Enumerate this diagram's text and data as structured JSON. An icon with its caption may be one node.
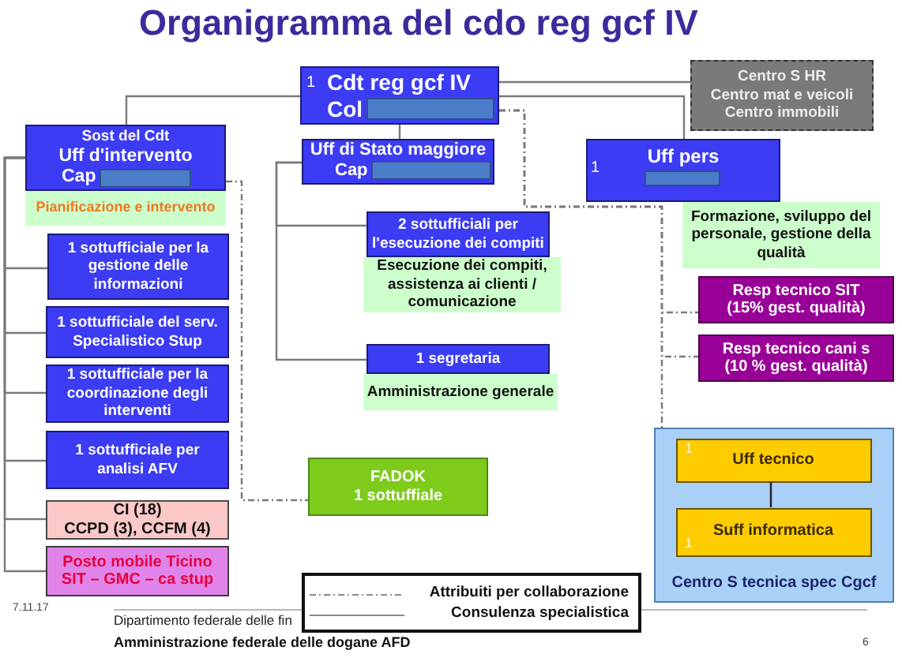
{
  "diagram": {
    "title": "Organigramma del cdo reg gcf IV",
    "nodes": [
      {
        "text": [
          "1",
          "Cdt reg gcf IV",
          "Col"
        ]
      },
      {
        "text": [
          "Centro S HR",
          "Centro mat e veicoli",
          "Centro immobili"
        ]
      },
      {
        "text": [
          "Sost del Cdt",
          "Uff d'intervento",
          "Cap"
        ]
      },
      {
        "text": [
          "Uff di Stato maggiore",
          "Cap"
        ]
      },
      {
        "text": [
          "1",
          "Uff pers"
        ]
      },
      {
        "text": [
          "Pianificazione e intervento"
        ]
      },
      {
        "text": [
          "1 sottufficiale per la gestione delle informazioni"
        ]
      },
      {
        "text": [
          "1 sottufficiale del serv. Specialistico Stup"
        ]
      },
      {
        "text": [
          "1 sottufficiale per la coordinazione degli interventi"
        ]
      },
      {
        "text": [
          "1 sottufficiale per analisi AFV"
        ]
      },
      {
        "text": [
          "CI (18)",
          "CCPD (3), CCFM (4)"
        ]
      },
      {
        "text": [
          "Posto mobile Ticino",
          "SIT – GMC – ca stup"
        ]
      },
      {
        "text": [
          "2 sottufficiali per l'esecuzione dei compiti"
        ]
      },
      {
        "text": [
          "Esecuzione dei compiti, assistenza ai clienti / comunicazione"
        ]
      },
      {
        "text": [
          "1 segretaria"
        ]
      },
      {
        "text": [
          "Amministrazione generale"
        ]
      },
      {
        "text": [
          "FADOK",
          "1 sottuffiale"
        ]
      },
      {
        "text": [
          "Formazione, sviluppo del personale, gestione della qualità"
        ]
      },
      {
        "text": [
          "Resp tecnico SIT",
          "(15% gest. qualità)"
        ]
      },
      {
        "text": [
          "Resp tecnico cani s",
          "(10 % gest. qualità)"
        ]
      },
      {
        "text": [
          "Centro S tecnica spec Cgcf"
        ]
      },
      {
        "text": [
          "1",
          "Uff tecnico"
        ],
        "in": 20
      },
      {
        "text": [
          "Suff informatica",
          "1"
        ],
        "in": 20
      }
    ],
    "edges": [
      {
        "from": 0,
        "to": 1,
        "arrow": "none"
      },
      {
        "from": 0,
        "to": 2,
        "arrow": "none"
      },
      {
        "from": 0,
        "to": 3,
        "arrow": "none"
      },
      {
        "from": 0,
        "to": 4,
        "arrow": "none"
      },
      {
        "from": 2,
        "to": 6,
        "arrow": "none"
      },
      {
        "from": 2,
        "to": 7,
        "arrow": "none"
      },
      {
        "from": 2,
        "to": 8,
        "arrow": "none"
      },
      {
        "from": 2,
        "to": 9,
        "arrow": "none"
      },
      {
        "from": 2,
        "to": 10,
        "arrow": "none"
      },
      {
        "from": 2,
        "to": 11,
        "arrow": "none"
      },
      {
        "from": 3,
        "to": 12,
        "arrow": "none"
      },
      {
        "from": 3,
        "to": 14,
        "arrow": "none"
      },
      {
        "from": 2,
        "to": 16,
        "arrow": "none",
        "style": "dashed"
      },
      {
        "from": 0,
        "to": 18,
        "arrow": "none",
        "style": "dashed"
      },
      {
        "from": 0,
        "to": 19,
        "arrow": "none",
        "style": "dashed"
      },
      {
        "from": 0,
        "to": 20,
        "arrow": "none",
        "style": "dashed"
      },
      {
        "from": 21,
        "to": 22,
        "arrow": "none",
        "color": "#222222"
      }
    ],
    "labels": [
      "7.11.17",
      "Dipartimento federale delle fin",
      "Amministrazione federale delle dogane AFD",
      "6"
    ],
    "legend": [
      {
        "text": "Attribuiti per collaborazione"
      },
      {
        "text": "Consulenza specialistica"
      }
    ]
  }
}
